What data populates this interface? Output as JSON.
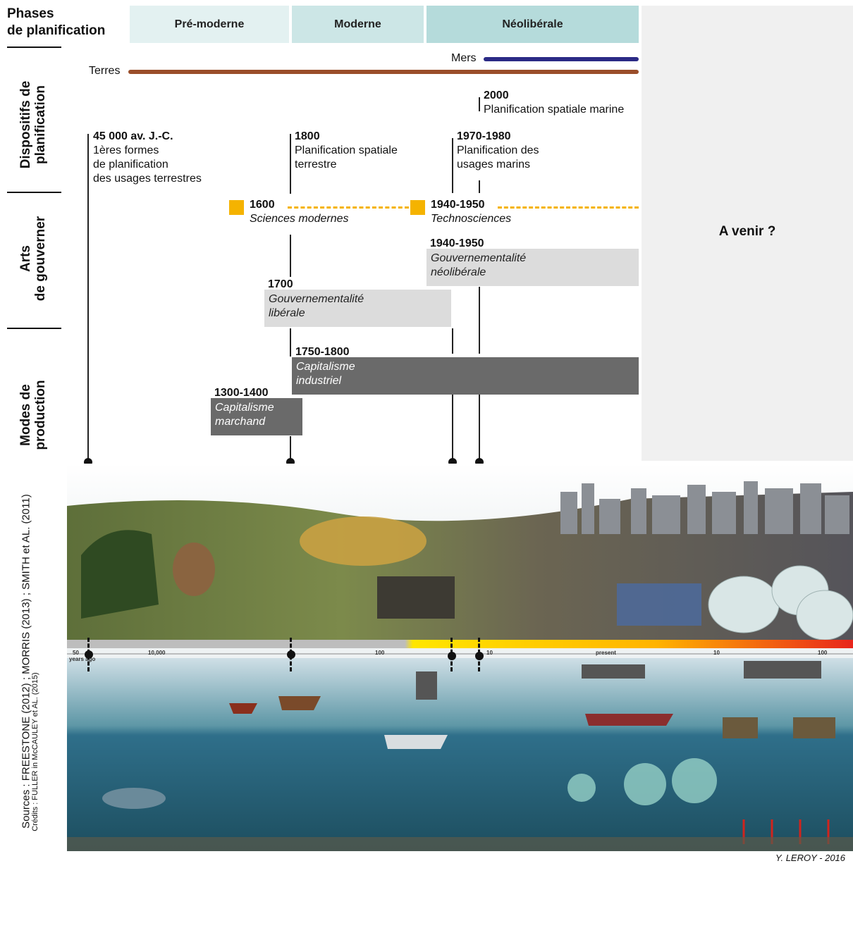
{
  "header": {
    "row1_label": "Phases\nde planification",
    "phases": [
      "Pré-moderne",
      "Moderne",
      "Néolibérale"
    ],
    "future": "A venir ?"
  },
  "row_labels": {
    "dispositifs": "Dispositifs de\nplanification",
    "arts": "Arts\nde gouverner",
    "modes": "Modes de\nproduction"
  },
  "bars": {
    "mers": "Mers",
    "terres": "Terres",
    "colors": {
      "mers": "#2b2a85",
      "terres": "#9a4e2a",
      "dashed": "#f5b300"
    }
  },
  "events": {
    "e1": {
      "date": "45 000 av. J.-C.",
      "text": "1ères formes\nde planification\ndes usages terrestres"
    },
    "e2": {
      "date": "1800",
      "text": "Planification spatiale\nterrestre"
    },
    "e3": {
      "date": "1970-1980",
      "text": "Planification des\nusages marins"
    },
    "e4": {
      "date": "2000",
      "text": "Planification spatiale marine"
    },
    "s1": {
      "date": "1600",
      "text": "Sciences modernes"
    },
    "s2": {
      "date": "1940-1950",
      "text": "Technosciences"
    }
  },
  "arts_boxes": {
    "lib": {
      "date": "1700",
      "text": "Gouvernementalité\nlibérale"
    },
    "neo": {
      "date": "1940-1950",
      "text": "Gouvernementalité\nnéolibérale"
    }
  },
  "mode_boxes": {
    "march": {
      "date": "1300-1400",
      "text": "Capitalisme\nmarchand"
    },
    "indus": {
      "date": "1750-1800",
      "text": "Capitalisme\nindustriel"
    }
  },
  "timeline_ticks": [
    "50",
    "years ago",
    "10,000",
    "100",
    "10",
    "present",
    "10",
    "100"
  ],
  "sources": "Sources : FREESTONE (2012) ; MORRIS (2013) ; SMITH et AL. (2011)",
  "credits": "Crédits : FULLER in McCAULEY et AL. (2015)",
  "author": "Y. LEROY - 2016"
}
